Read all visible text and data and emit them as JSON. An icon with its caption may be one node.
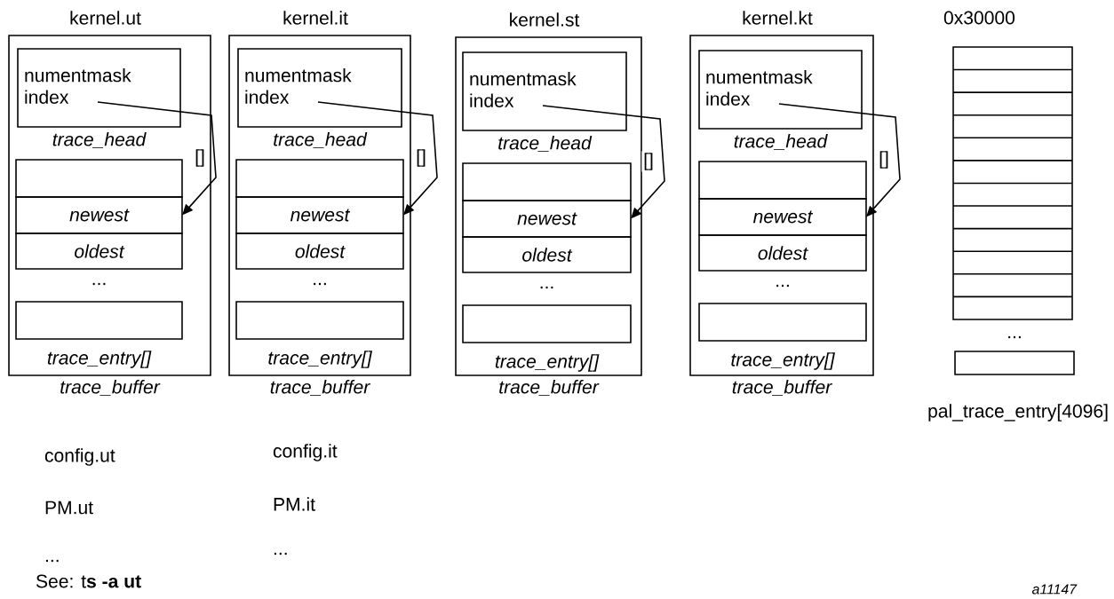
{
  "diagram": {
    "nodes": [
      {
        "text": [
          "kernel.ut",
          "trace_buffer"
        ]
      },
      {
        "text": [
          "numentmask",
          "index"
        ],
        "beside": [
          "trace_head"
        ],
        "in": 0
      },
      {
        "text": [],
        "shape": "box",
        "in": 0
      },
      {
        "text": [
          "newest"
        ],
        "in": 0
      },
      {
        "text": [
          "oldest"
        ],
        "in": 0
      },
      {
        "text": [],
        "shape": "box",
        "beside": [
          "trace_entry[]"
        ],
        "in": 0
      },
      {
        "text": [
          "kernel.it",
          "trace_buffer"
        ]
      },
      {
        "text": [
          "numentmask",
          "index"
        ],
        "beside": [
          "trace_head"
        ],
        "in": 6
      },
      {
        "text": [],
        "shape": "box",
        "in": 6
      },
      {
        "text": [
          "newest"
        ],
        "in": 6
      },
      {
        "text": [
          "oldest"
        ],
        "in": 6
      },
      {
        "text": [],
        "shape": "box",
        "beside": [
          "trace_entry[]"
        ],
        "in": 6
      },
      {
        "text": [
          "kernel.st",
          "trace_buffer"
        ]
      },
      {
        "text": [
          "numentmask",
          "index"
        ],
        "beside": [
          "trace_head"
        ],
        "in": 12
      },
      {
        "text": [],
        "shape": "box",
        "in": 12
      },
      {
        "text": [
          "newest"
        ],
        "in": 12
      },
      {
        "text": [
          "oldest"
        ],
        "in": 12
      },
      {
        "text": [],
        "shape": "box",
        "beside": [
          "trace_entry[]"
        ],
        "in": 12
      },
      {
        "text": [
          "kernel.kt",
          "trace_buffer"
        ]
      },
      {
        "text": [
          "numentmask",
          "index"
        ],
        "beside": [
          "trace_head"
        ],
        "in": 18
      },
      {
        "text": [],
        "shape": "box",
        "in": 18
      },
      {
        "text": [
          "newest"
        ],
        "in": 18
      },
      {
        "text": [
          "oldest"
        ],
        "in": 18
      },
      {
        "text": [],
        "shape": "box",
        "beside": [
          "trace_entry[]"
        ],
        "in": 18
      },
      {
        "text": [
          "0x30000"
        ]
      },
      {
        "text": [],
        "shape": "box",
        "beside": [
          "pal_trace_entry[4096]"
        ]
      }
    ],
    "edges": [
      {
        "from": 1,
        "to": 3,
        "arrow": "to",
        "label": "[]"
      },
      {
        "from": 7,
        "to": 9,
        "arrow": "to",
        "label": "[]"
      },
      {
        "from": 13,
        "to": 15,
        "arrow": "to",
        "label": "[]"
      },
      {
        "from": 19,
        "to": 21,
        "arrow": "to",
        "label": "[]"
      }
    ],
    "labels": [
      "...",
      "...",
      "...",
      "...",
      "...",
      "config.ut",
      "config.it",
      "PM.ut",
      "PM.it",
      "...",
      "...",
      "See: t**s -a ut**",
      "a11147"
    ]
  }
}
